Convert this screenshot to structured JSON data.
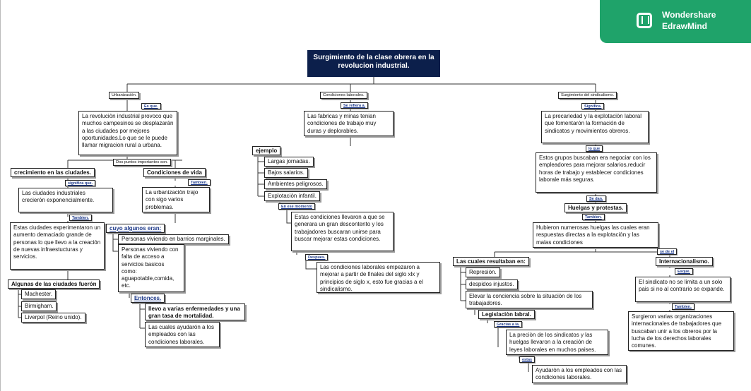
{
  "brand": {
    "line1": "Wondershare",
    "line2": "EdrawMind",
    "color": "#1fa36a"
  },
  "colors": {
    "title_bg": "#0c1f4b",
    "connector_text": "#1e3a8a"
  },
  "title": "Surgimiento de la clase obrera en la revolucion industrial.",
  "urbanizacion": {
    "head": "Urbanización.",
    "link1": "Es que.",
    "desc": "La revoluciòn industrial provoco que muchos campesinos se desplazarán a las ciudades por mejores oportunidades.Lo que se le puede llamar migracion rural a urbana.",
    "points": "Dos puntos importantes son.",
    "crec_head": "crecimiento en las ciudades.",
    "crec_link": "significa que.",
    "crec_desc": "Las ciudades industriales crecierón exponencialmente.",
    "tamb1": "Tambien.",
    "crec_desc2": "Estas ciudades experimentaron un aumento demaciado grande de personas lo que llevo a la creación de nuevas infraestucturas y servicios.",
    "algunas_head": "Algunas de las ciudades fuerón",
    "cities": [
      "Machester.",
      "Birmigham.",
      "Liverpol (Reino unido)."
    ],
    "cond_head": "Condiciones de vida",
    "tamb2": "Tambien.",
    "cond_desc": "La urbanizaciòn trajo con sigo varios problemas.",
    "cuyo_head": "cuyo algunos eran:",
    "cuyo1": "Personas viviendo en barrios marginales.",
    "cuyo2": "Personas viviendo con falta de acceso a servicios basicos como: aguapotable,comida, etc.",
    "entonces": "Entonces.",
    "ent1": "llevo a varias enfermedades y una gran tasa de mortalidad.",
    "ent2": "Las cuales ayudarón a los empleados con las condiciones laborales."
  },
  "laborales": {
    "head": "Condiciones laborales.",
    "link1": "Se refiera a.",
    "desc": "Las fabricas y minas tenian condiciones de trabajo muy duras y deplorables.",
    "ejemplo": "ejemplo",
    "items": [
      "Largas jornadas.",
      "Bajos salarios.",
      "Ambientes peligrosos.",
      "Explotaciòn infantil."
    ],
    "momento": "En ese momento",
    "desc2": "Estas condiciones llevaron a que se generara un gran descontento y los trabajadores buscaran unirse para buscar mejorar estas condiciones.",
    "despues": "Despues.",
    "desc3": "Las condiciones laborales empezaron a mejorar a partir de finales del siglo xlx y principios de siglo x, esto fue gracias a el sindicalismo."
  },
  "sindicalismo": {
    "head": "Surgimiento del sindicalismo.",
    "link1": "Significa.",
    "desc": "La precariedad y la explotaciòn laboral que fomentarón la formación de sindicatos y movimientos obreros.",
    "loque": "lo que",
    "desc2": "Estos grupos buscaban era negociar con los empleadores para mejorar salarios,reducir horas de trabajo y establecer condiciones laborale más seguras.",
    "sedan": "Se dan.",
    "huelgas": "Huelgas y protestas.",
    "tamb": "Tambien.",
    "desc3": "Hubieron numerosas huelgas las cuales eran respuestas directas a la explotaciòn y las malas condiciones",
    "resultaban": "Las cuales resultaban en:",
    "res": [
      "Represiòn.",
      "despidos injustos.",
      "Elevar la conciencia sobre la situaciòn de los trabajadores."
    ],
    "legislacion": "Legislaciòn labral.",
    "gracias": "Gracias a la.",
    "presion": "La preciòn de los sindicatos y las huelgas llevaron a la creación de leyes laborales en muchos paises.",
    "estas": "estas",
    "ayudaron": "Ayudaròn a los empleados con las condiciones laborales.",
    "sedeel": "se de el",
    "intern": "Internacionalismo.",
    "esque": "Esque.",
    "intern_desc": "El sindicato no se limita a un solo pais si no al contrario se expande.",
    "tamb2": "Tambien.",
    "intern_desc2": "Surgieron varias organizaciones internacionales de trabajadores que buscaban unir a los obreros por la lucha de los derechos laborales comunes."
  }
}
